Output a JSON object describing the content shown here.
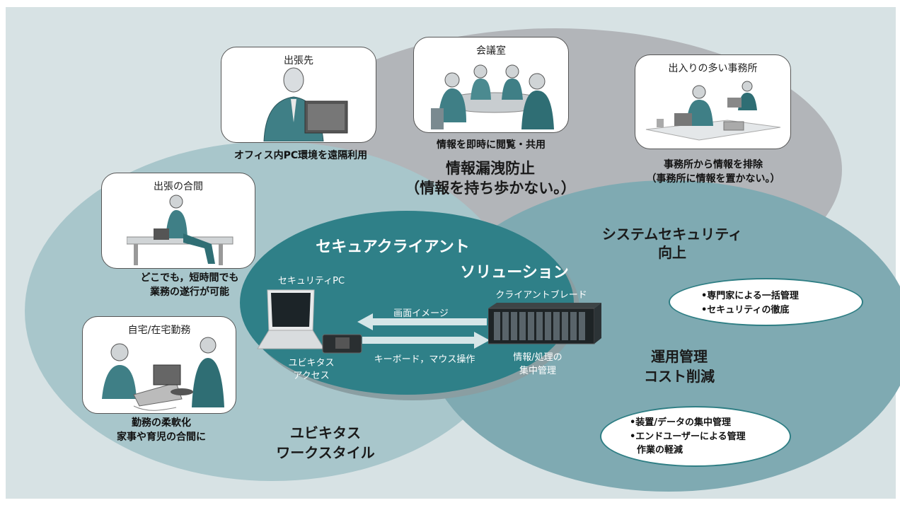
{
  "cards": {
    "business_trip": {
      "title": "出張先",
      "caption": "オフィス内PC環境を遠隔利用"
    },
    "meeting_room": {
      "title": "会議室",
      "caption": "情報を即時に閲覧・共用"
    },
    "busy_office": {
      "title": "出入りの多い事務所",
      "caption_line1": "事務所から情報を排除",
      "caption_line2": "（事務所に情報を置かない。）"
    },
    "trip_break": {
      "title": "出張の合間",
      "caption_line1": "どこでも，短時間でも",
      "caption_line2": "業務の遂行が可能"
    },
    "home": {
      "title": "自宅/在宅勤務",
      "caption_line1": "勤務の柔軟化",
      "caption_line2": "家事や育児の合間に"
    }
  },
  "regions": {
    "leak_prevention": {
      "line1": "情報漏洩防止",
      "line2": "（情報を持ち歩かない。）"
    },
    "system_security": {
      "line1": "システムセキュリティ",
      "line2": "向上"
    },
    "ops_cost": {
      "line1": "運用管理",
      "line2": "コスト削減"
    },
    "ubiquitous": {
      "line1": "ユビキタス",
      "line2": "ワークスタイル"
    }
  },
  "center": {
    "title_line1": "セキュアクライアント",
    "title_line2": "ソリューション",
    "pc_label": "セキュリティPC",
    "ubiquitous_access_line1": "ユビキタス",
    "ubiquitous_access_line2": "アクセス",
    "arrow_top_label": "画面イメージ",
    "arrow_bottom_label": "キーボード，マウス操作",
    "blade_label": "クライアントブレード",
    "central_mgmt_line1": "情報/処理の",
    "central_mgmt_line2": "集中管理"
  },
  "pills": {
    "security": {
      "item1": "•専門家による一括管理",
      "item2": "•セキュリティの徹底"
    },
    "ops": {
      "item1": "•装置/データの集中管理",
      "item2": "•エンドユーザーによる管理",
      "item3": "作業の軽減"
    }
  },
  "colors": {
    "background": "#d7e2e4",
    "gray_ellipse": "#b2b5b9",
    "light_ellipse": "#a8c6cb",
    "teal_ellipse": "#7faab2",
    "center_ellipse": "#2f8088",
    "pill_border": "#2e7e84"
  }
}
